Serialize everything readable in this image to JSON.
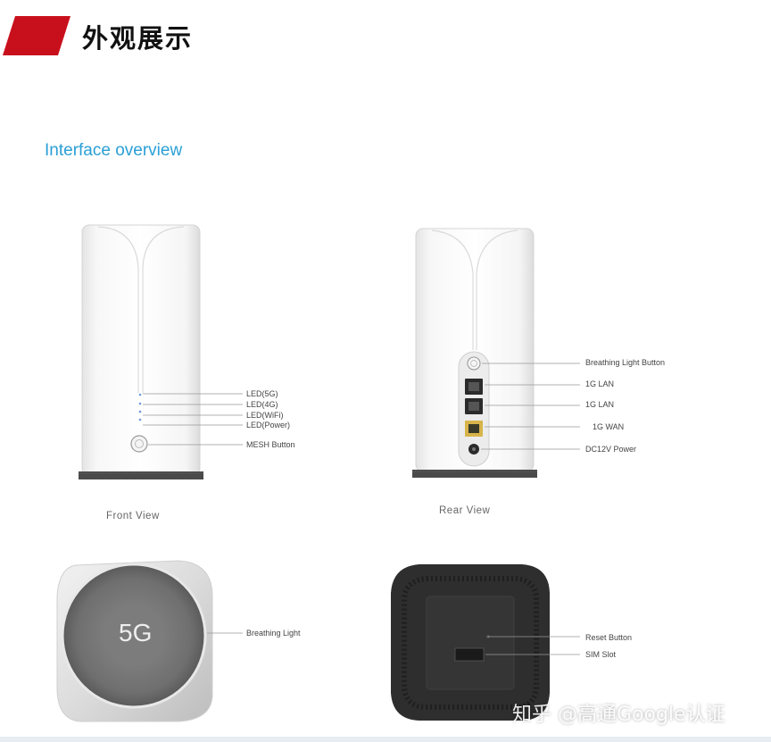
{
  "header": {
    "title": "外观展示",
    "accent_color": "#c8101c"
  },
  "section": {
    "title": "Interface overview",
    "color": "#2a9fd6"
  },
  "front_view": {
    "caption": "Front View",
    "labels": [
      "LED(5G)",
      "LED(4G)",
      "LED(WiFi)",
      "LED(Power)",
      "MESH Button"
    ]
  },
  "rear_view": {
    "caption": "Rear View",
    "labels": [
      "Breathing Light Button",
      "1G LAN",
      "1G LAN",
      "1G WAN",
      "DC12V Power"
    ]
  },
  "top_view": {
    "badge": "5G",
    "label": "Breathing Light"
  },
  "bottom_view": {
    "labels": [
      "Reset Button",
      "SIM Slot"
    ]
  },
  "watermark": "知乎 @高通Google认证"
}
